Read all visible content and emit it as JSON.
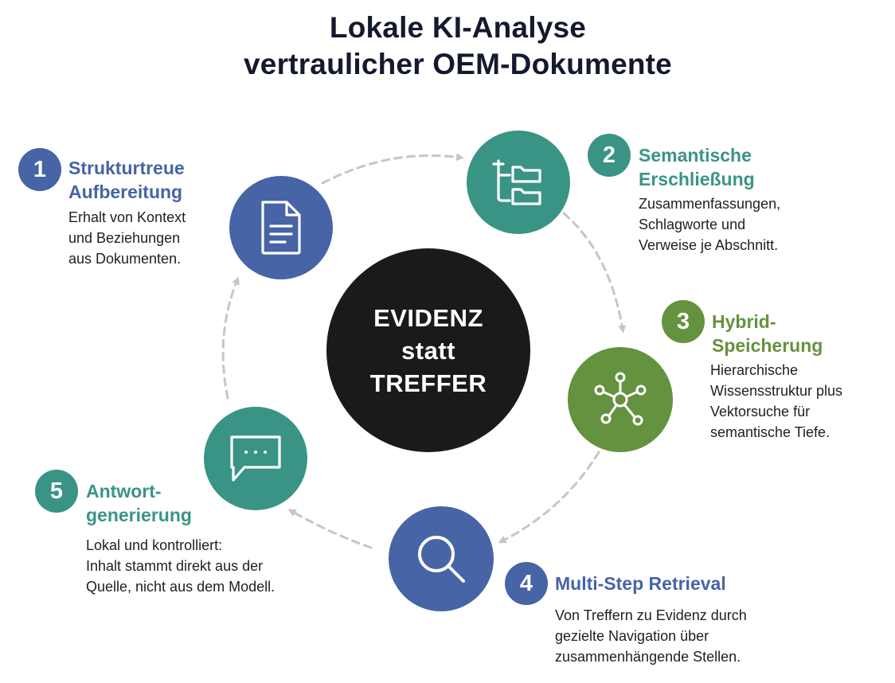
{
  "title": {
    "line1": "Lokale KI-Analyse",
    "line2": "vertraulicher OEM-Dokumente"
  },
  "center": {
    "line1": "EVIDENZ",
    "line2": "statt",
    "line3": "TREFFER"
  },
  "colors": {
    "blue": "#4664a6",
    "teal": "#3a9486",
    "green": "#64923f",
    "center": "#1a1a1a",
    "arrow": "#c8c8c8"
  },
  "steps": [
    {
      "number": "1",
      "icon": "document-icon",
      "heading": [
        "Strukturtreue",
        "Aufbereitung"
      ],
      "description": [
        "Erhalt von Kontext",
        "und Beziehungen",
        "aus Dokumenten."
      ]
    },
    {
      "number": "2",
      "icon": "folder-tree-icon",
      "heading": [
        "Semantische",
        "Erschließung"
      ],
      "description": [
        "Zusammenfassungen,",
        "Schlagworte und",
        "Verweise je Abschnitt."
      ]
    },
    {
      "number": "3",
      "icon": "network-icon",
      "heading": [
        "Hybrid-",
        "Speicherung"
      ],
      "description": [
        "Hierarchische",
        "Wissensstruktur plus",
        "Vektorsuche für",
        "semantische Tiefe."
      ]
    },
    {
      "number": "4",
      "icon": "search-icon",
      "heading": [
        "Multi-Step Retrieval"
      ],
      "description": [
        "Von Treffern zu Evidenz durch",
        "gezielte Navigation über",
        "zusammenhängende Stellen."
      ]
    },
    {
      "number": "5",
      "icon": "chat-icon",
      "heading": [
        "Antwort-",
        "generierung"
      ],
      "description": [
        "Lokal und kontrolliert:",
        "Inhalt stammt direkt aus der",
        "Quelle, nicht aus dem Modell."
      ]
    }
  ]
}
